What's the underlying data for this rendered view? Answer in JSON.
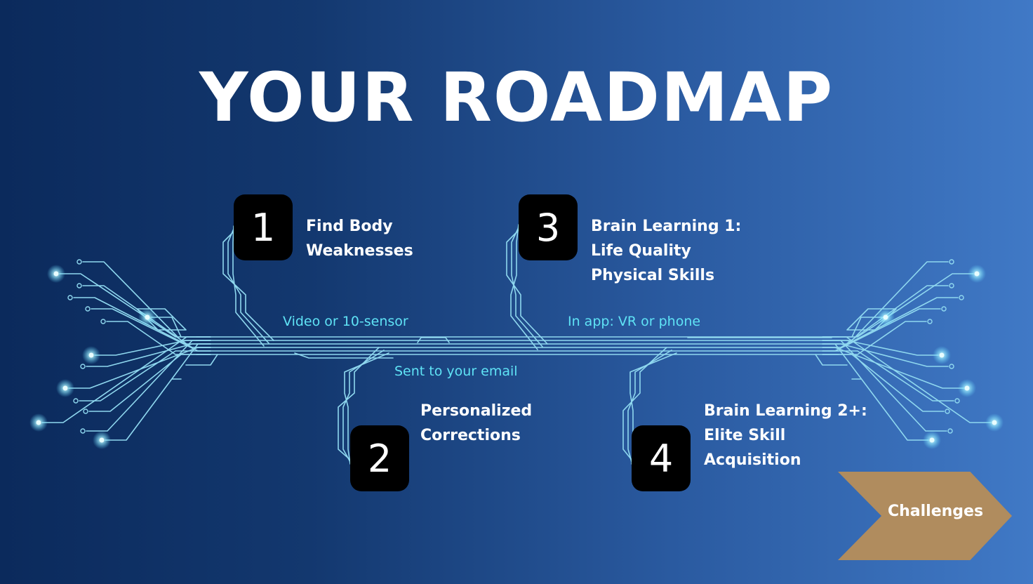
{
  "title": "YOUR ROADMAP",
  "steps": [
    {
      "number": "1",
      "lines": [
        "Find Body",
        "Weaknesses"
      ],
      "caption": "Video or 10-sensor"
    },
    {
      "number": "2",
      "lines": [
        "Personalized",
        "Corrections"
      ],
      "caption": "Sent to your email"
    },
    {
      "number": "3",
      "lines": [
        "Brain Learning 1:",
        "Life Quality",
        "Physical Skills"
      ],
      "caption": "In app: VR or phone"
    },
    {
      "number": "4",
      "lines": [
        "Brain Learning 2+:",
        "Elite Skill",
        "Acquisition"
      ],
      "caption": ""
    }
  ],
  "next_button": {
    "label": "Challenges"
  },
  "colors": {
    "background_left": "#0b2a5c",
    "background_right": "#4079c6",
    "circuit_line": "#8fd8ef",
    "caption_text": "#5fe3f5",
    "badge_bg": "#000000",
    "next_button_bg": "#b08c5e"
  }
}
